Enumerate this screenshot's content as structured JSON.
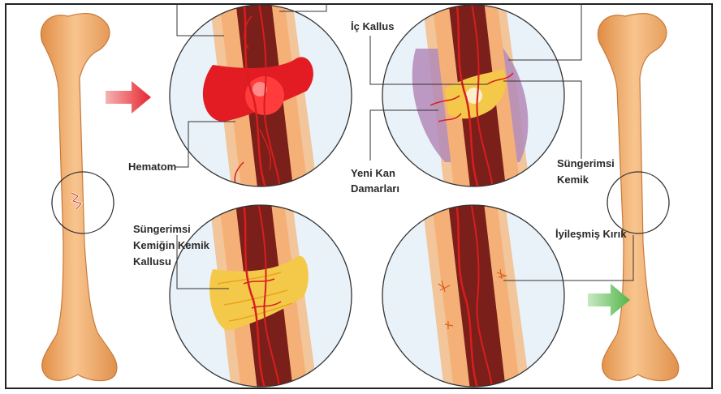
{
  "labels": {
    "hematom": "Hematom",
    "ic_kallus": "İç Kallus",
    "yeni_kan_1": "Yeni Kan",
    "yeni_kan_2": "Damarları",
    "sungerimsi_kemik_1": "Süngerimsi",
    "sungerimsi_kemik_2": "Kemik",
    "kallus_1": "Süngerimsi",
    "kallus_2": "Kemiğin Kemik",
    "kallus_3": "Kallusu",
    "iyilesmis": "İyileşmiş Kırık"
  },
  "colors": {
    "bone": "#f2a862",
    "bone_dark": "#d98a45",
    "bone_light": "#f8c48e",
    "marrow": "#7a1f1a",
    "vessel": "#d81e1e",
    "hematoma": "#e31b23",
    "callus_purple": "#b48ab8",
    "spongy": "#f4c94a",
    "arrow_red": "#e6262e",
    "arrow_green": "#52b64a"
  },
  "icons": [
    "red-arrow-icon",
    "green-arrow-icon",
    "fracture-circle-icon",
    "healed-circle-icon"
  ]
}
